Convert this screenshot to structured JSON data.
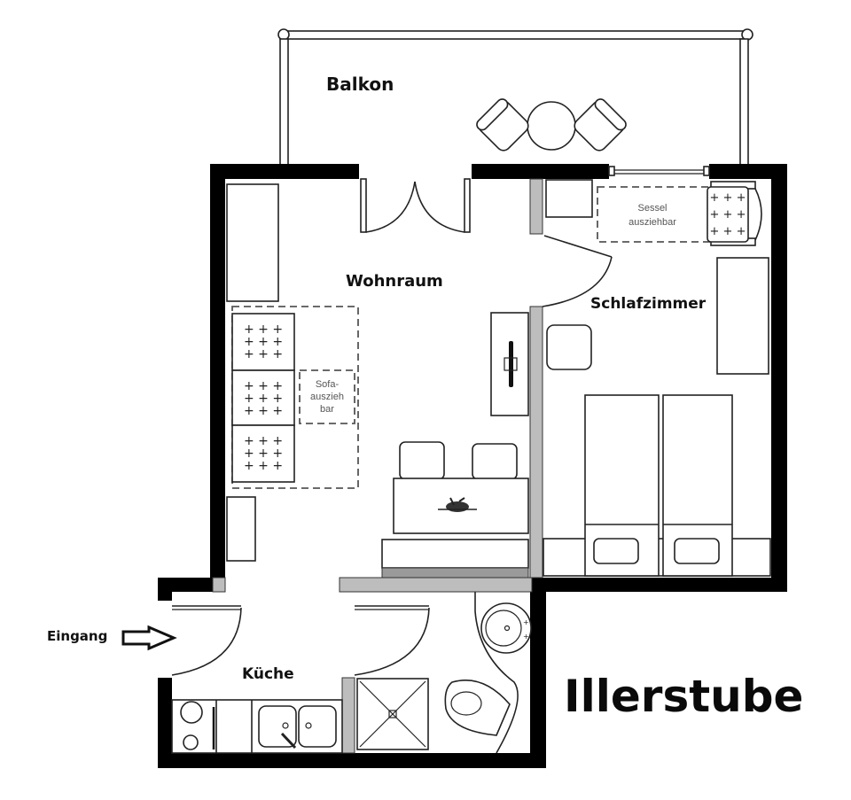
{
  "plan": {
    "title": "Illerstube",
    "rooms": {
      "balcony": "Balkon",
      "living": "Wohnraum",
      "bedroom": "Schlafzimmer",
      "kitchen": "Küche"
    },
    "entrance": "Eingang",
    "annotations": {
      "armchair_line1": "Sessel",
      "armchair_line2": "ausziehbar",
      "sofa_line1": "Sofa-",
      "sofa_line2": "auszieh",
      "sofa_line3": "bar"
    },
    "colors": {
      "wall": "#000000",
      "partition": "#bdbdbd",
      "line": "#222222",
      "annotation": "#555555"
    }
  }
}
